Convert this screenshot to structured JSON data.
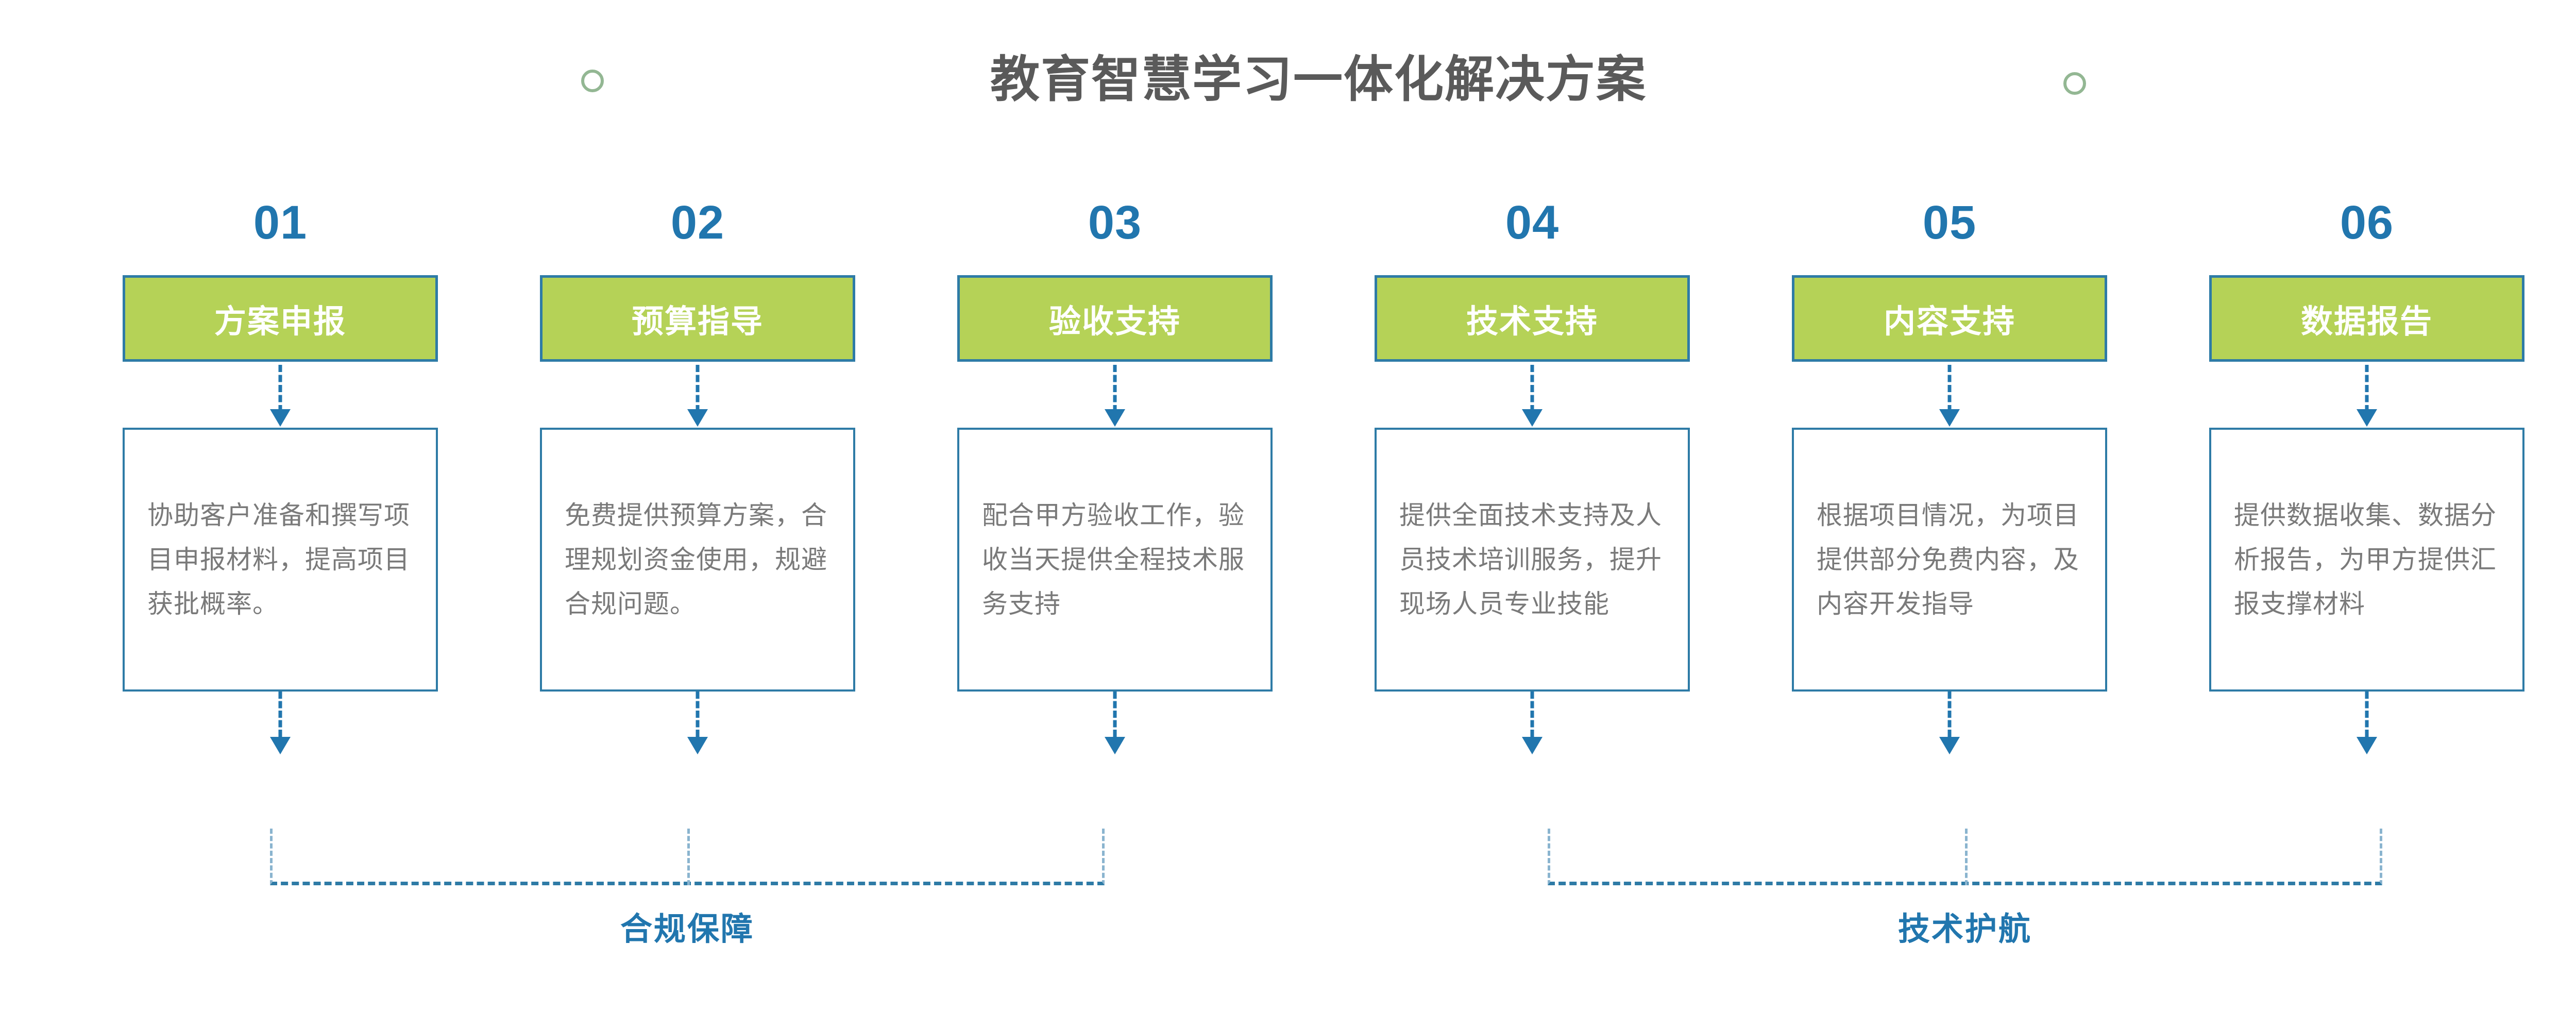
{
  "header": {
    "title": "教育智慧学习一体化解决方案",
    "decorations": [
      "circle-outline-left",
      "circle-outline-right"
    ]
  },
  "colors": {
    "title_gray": "#5a5a5a",
    "accent_blue": "#2176ae",
    "border_teal": "#2e7ba6",
    "chip_green": "#b5d257",
    "body_gray": "#7a7a7a",
    "circle_green": "#93b793"
  },
  "steps": [
    {
      "number": "01",
      "label": "方案申报",
      "description": "协助客户准备和撰写项目申报材料，提高项目获批概率。"
    },
    {
      "number": "02",
      "label": "预算指导",
      "description": "免费提供预算方案，合理规划资金使用，规避合规问题。"
    },
    {
      "number": "03",
      "label": "验收支持",
      "description": "配合甲方验收工作，验收当天提供全程技术服务支持"
    },
    {
      "number": "04",
      "label": "技术支持",
      "description": "提供全面技术支持及人员技术培训服务，提升现场人员专业技能"
    },
    {
      "number": "05",
      "label": "内容支持",
      "description": "根据项目情况，为项目提供部分免费内容，及内容开发指导"
    },
    {
      "number": "06",
      "label": "数据报告",
      "description": "提供数据收集、数据分析报告，为甲方提供汇报支撑材料"
    }
  ],
  "groups": [
    {
      "label": "合规保障",
      "covers": [
        "01",
        "02",
        "03"
      ]
    },
    {
      "label": "技术护航",
      "covers": [
        "04",
        "05",
        "06"
      ]
    }
  ]
}
